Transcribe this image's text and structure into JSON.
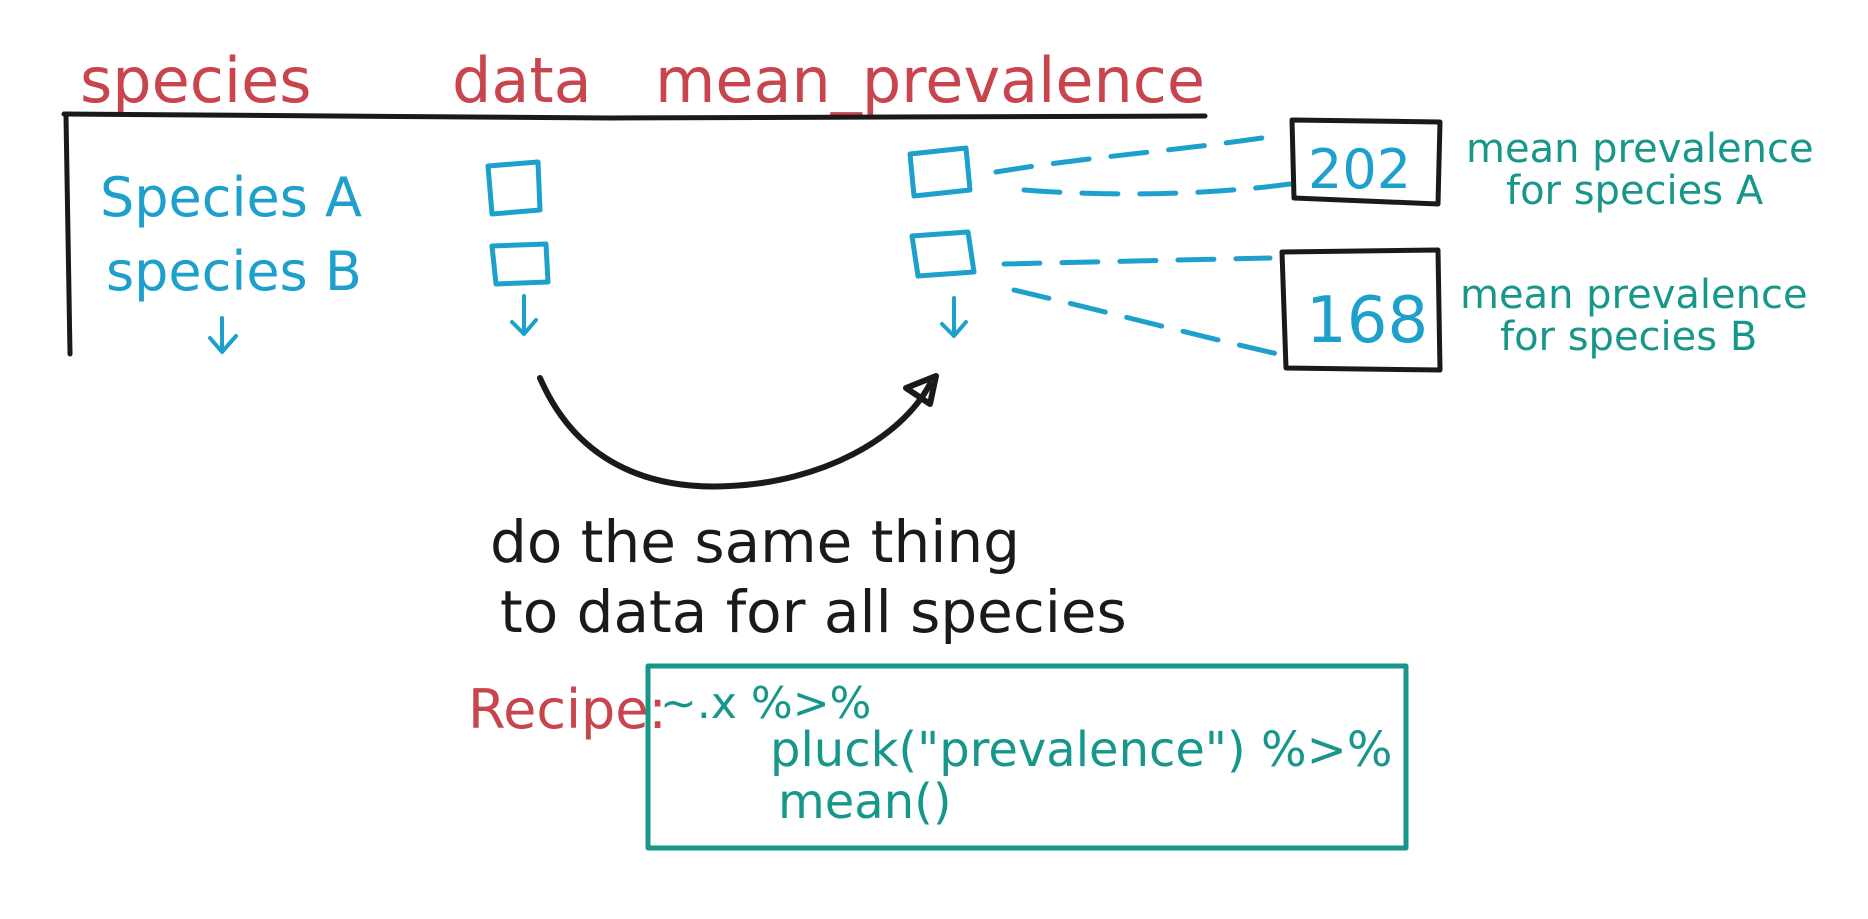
{
  "headers": {
    "species": "species",
    "data": "data",
    "mean_prevalence": "mean_prevalence"
  },
  "rows": [
    {
      "species": "Species A",
      "result": "202",
      "caption_line1": "mean prevalence",
      "caption_line2": "for species A"
    },
    {
      "species": "species B",
      "result": "168",
      "caption_line1": "mean prevalence",
      "caption_line2": "for species B"
    }
  ],
  "note": {
    "line1": "do the same thing",
    "line2": "to data for all species"
  },
  "recipe": {
    "label": "Recipe:",
    "line1": "~.x %>%",
    "line2": "pluck(\"prevalence\") %>%",
    "line3": "mean()"
  },
  "colors": {
    "header": "#c8454e",
    "table_content": "#1ea0cc",
    "annotation": "#17978a",
    "ink": "#1a1a1a"
  }
}
